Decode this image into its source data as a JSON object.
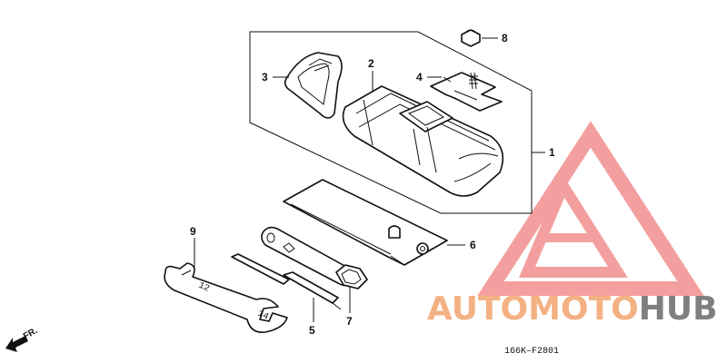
{
  "diagram": {
    "callouts": [
      {
        "id": "1",
        "label": "1"
      },
      {
        "id": "2",
        "label": "2"
      },
      {
        "id": "3",
        "label": "3"
      },
      {
        "id": "4",
        "label": "4"
      },
      {
        "id": "5",
        "label": "5"
      },
      {
        "id": "6",
        "label": "6"
      },
      {
        "id": "7",
        "label": "7"
      },
      {
        "id": "8",
        "label": "8"
      },
      {
        "id": "9",
        "label": "9"
      }
    ],
    "diagram_code": "166K–F2801",
    "front_indicator": "FR.",
    "wrench_sizes": [
      "12",
      "14"
    ]
  },
  "watermark": {
    "part1": "AUTO",
    "part2": "MOTO",
    "part3": "HUB",
    "colors": {
      "auto": "#f4b183",
      "moto": "#f4b183",
      "hub": "#7f7f7f",
      "triangle": "#f08080"
    }
  }
}
